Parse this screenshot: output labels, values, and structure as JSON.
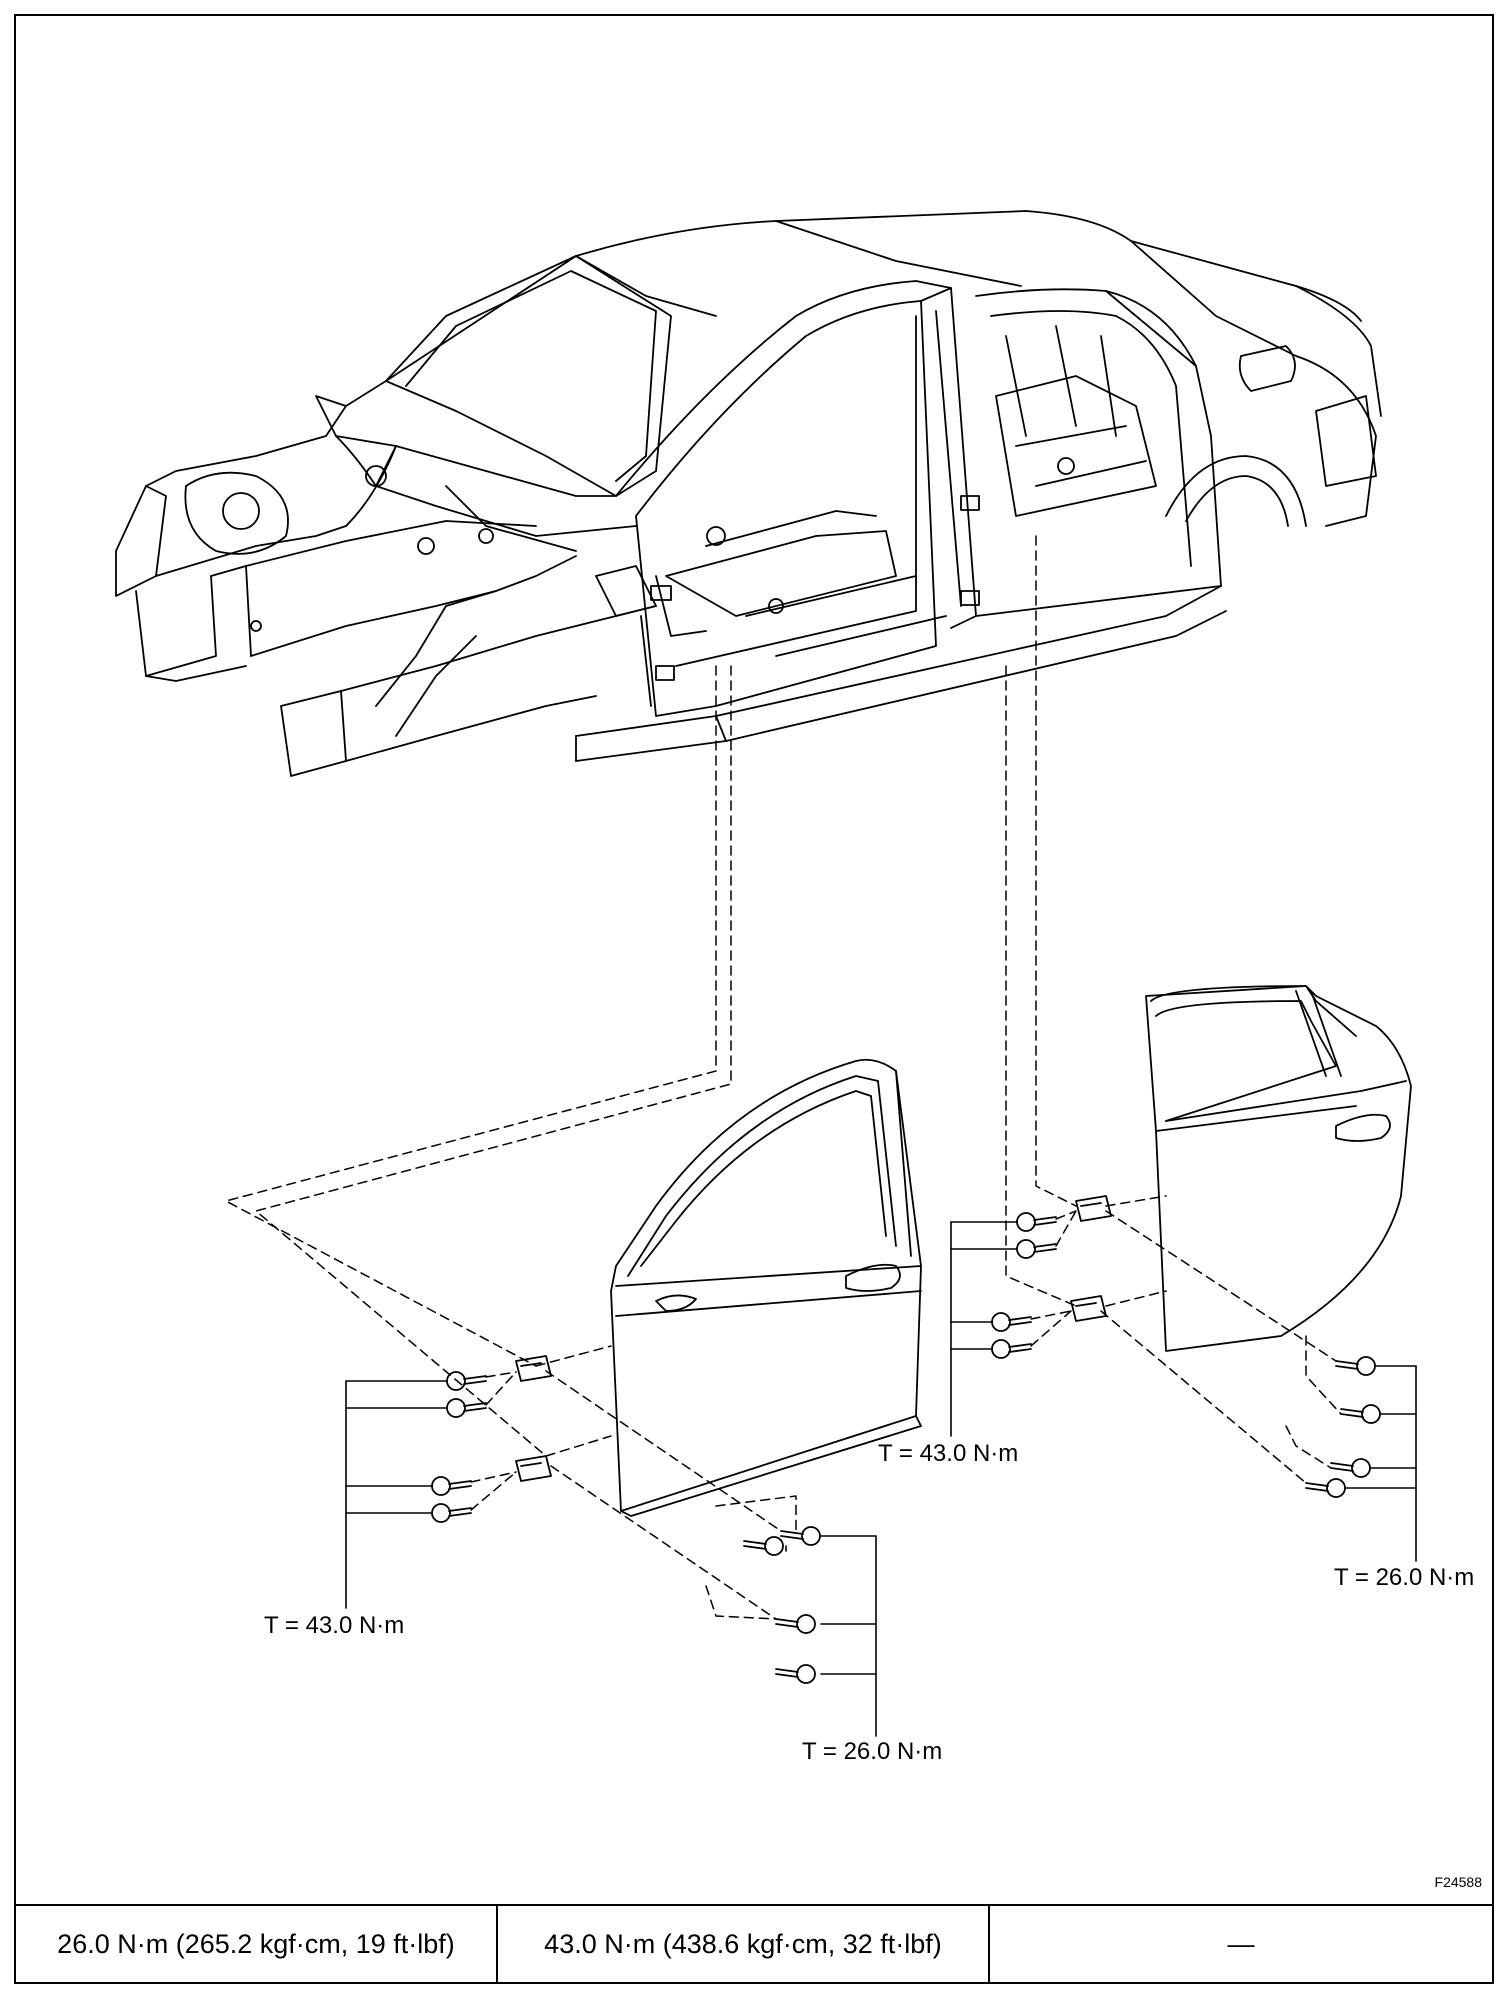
{
  "figure": {
    "id": "F24588",
    "torque_labels": {
      "front_upper_left": "T = 43.0 N·m",
      "front_lower_right": "T = 26.0 N·m",
      "rear_left": "T = 43.0 N·m",
      "rear_right": "T = 26.0 N·m"
    }
  },
  "spec_table": {
    "cells": [
      "26.0 N·m (265.2 kgf·cm, 19 ft·lbf)",
      "43.0 N·m (438.6 kgf·cm, 32 ft·lbf)",
      "—"
    ]
  },
  "icons": [
    "car-body-shell-icon",
    "front-door-icon",
    "rear-door-icon",
    "bolt-icon",
    "hinge-icon"
  ]
}
